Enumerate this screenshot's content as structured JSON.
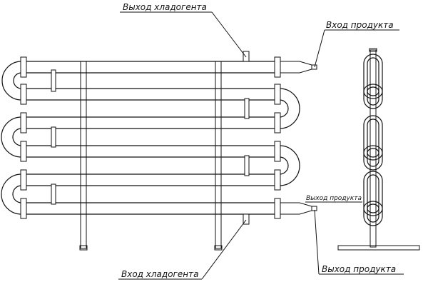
{
  "labels": {
    "coolant_out": "Выход хладогента",
    "product_in": "Вход продукта",
    "product_out_small": "Выход продукта",
    "coolant_in": "Вход хладогента",
    "product_out": "Выход продукта"
  }
}
